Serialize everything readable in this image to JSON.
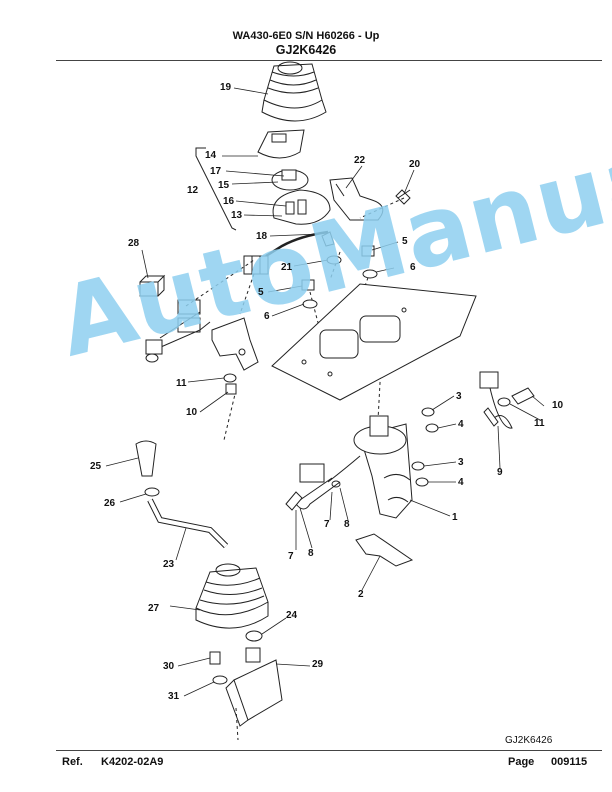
{
  "header": {
    "model": "WA430-6E0 S/N H60266 - Up",
    "figure_code": "GJ2K6426"
  },
  "watermark": "AutoManual",
  "callouts": {
    "c19": "19",
    "c14": "14",
    "c17": "17",
    "c15": "15",
    "c12": "12",
    "c16": "16",
    "c13": "13",
    "c22": "22",
    "c20": "20",
    "c18": "18",
    "c5a": "5",
    "c28": "28",
    "c21": "21",
    "c6a": "6",
    "c5b": "5",
    "c6b": "6",
    "c11a": "11",
    "c10a": "10",
    "c3a": "3",
    "c4a": "4",
    "c10b": "10",
    "c11b": "11",
    "c9": "9",
    "c25": "25",
    "c3b": "3",
    "c4b": "4",
    "c26": "26",
    "c1": "1",
    "c7a": "7",
    "c8a": "8",
    "c7b": "7",
    "c8b": "8",
    "c23": "23",
    "c2": "2",
    "c27": "27",
    "c24": "24",
    "c30": "30",
    "c29": "29",
    "c31": "31"
  },
  "figure_label": "GJ2K6426",
  "footer": {
    "ref_label": "Ref.",
    "ref_value": "K4202-02A9",
    "page_label": "Page",
    "page_value": "009115"
  }
}
